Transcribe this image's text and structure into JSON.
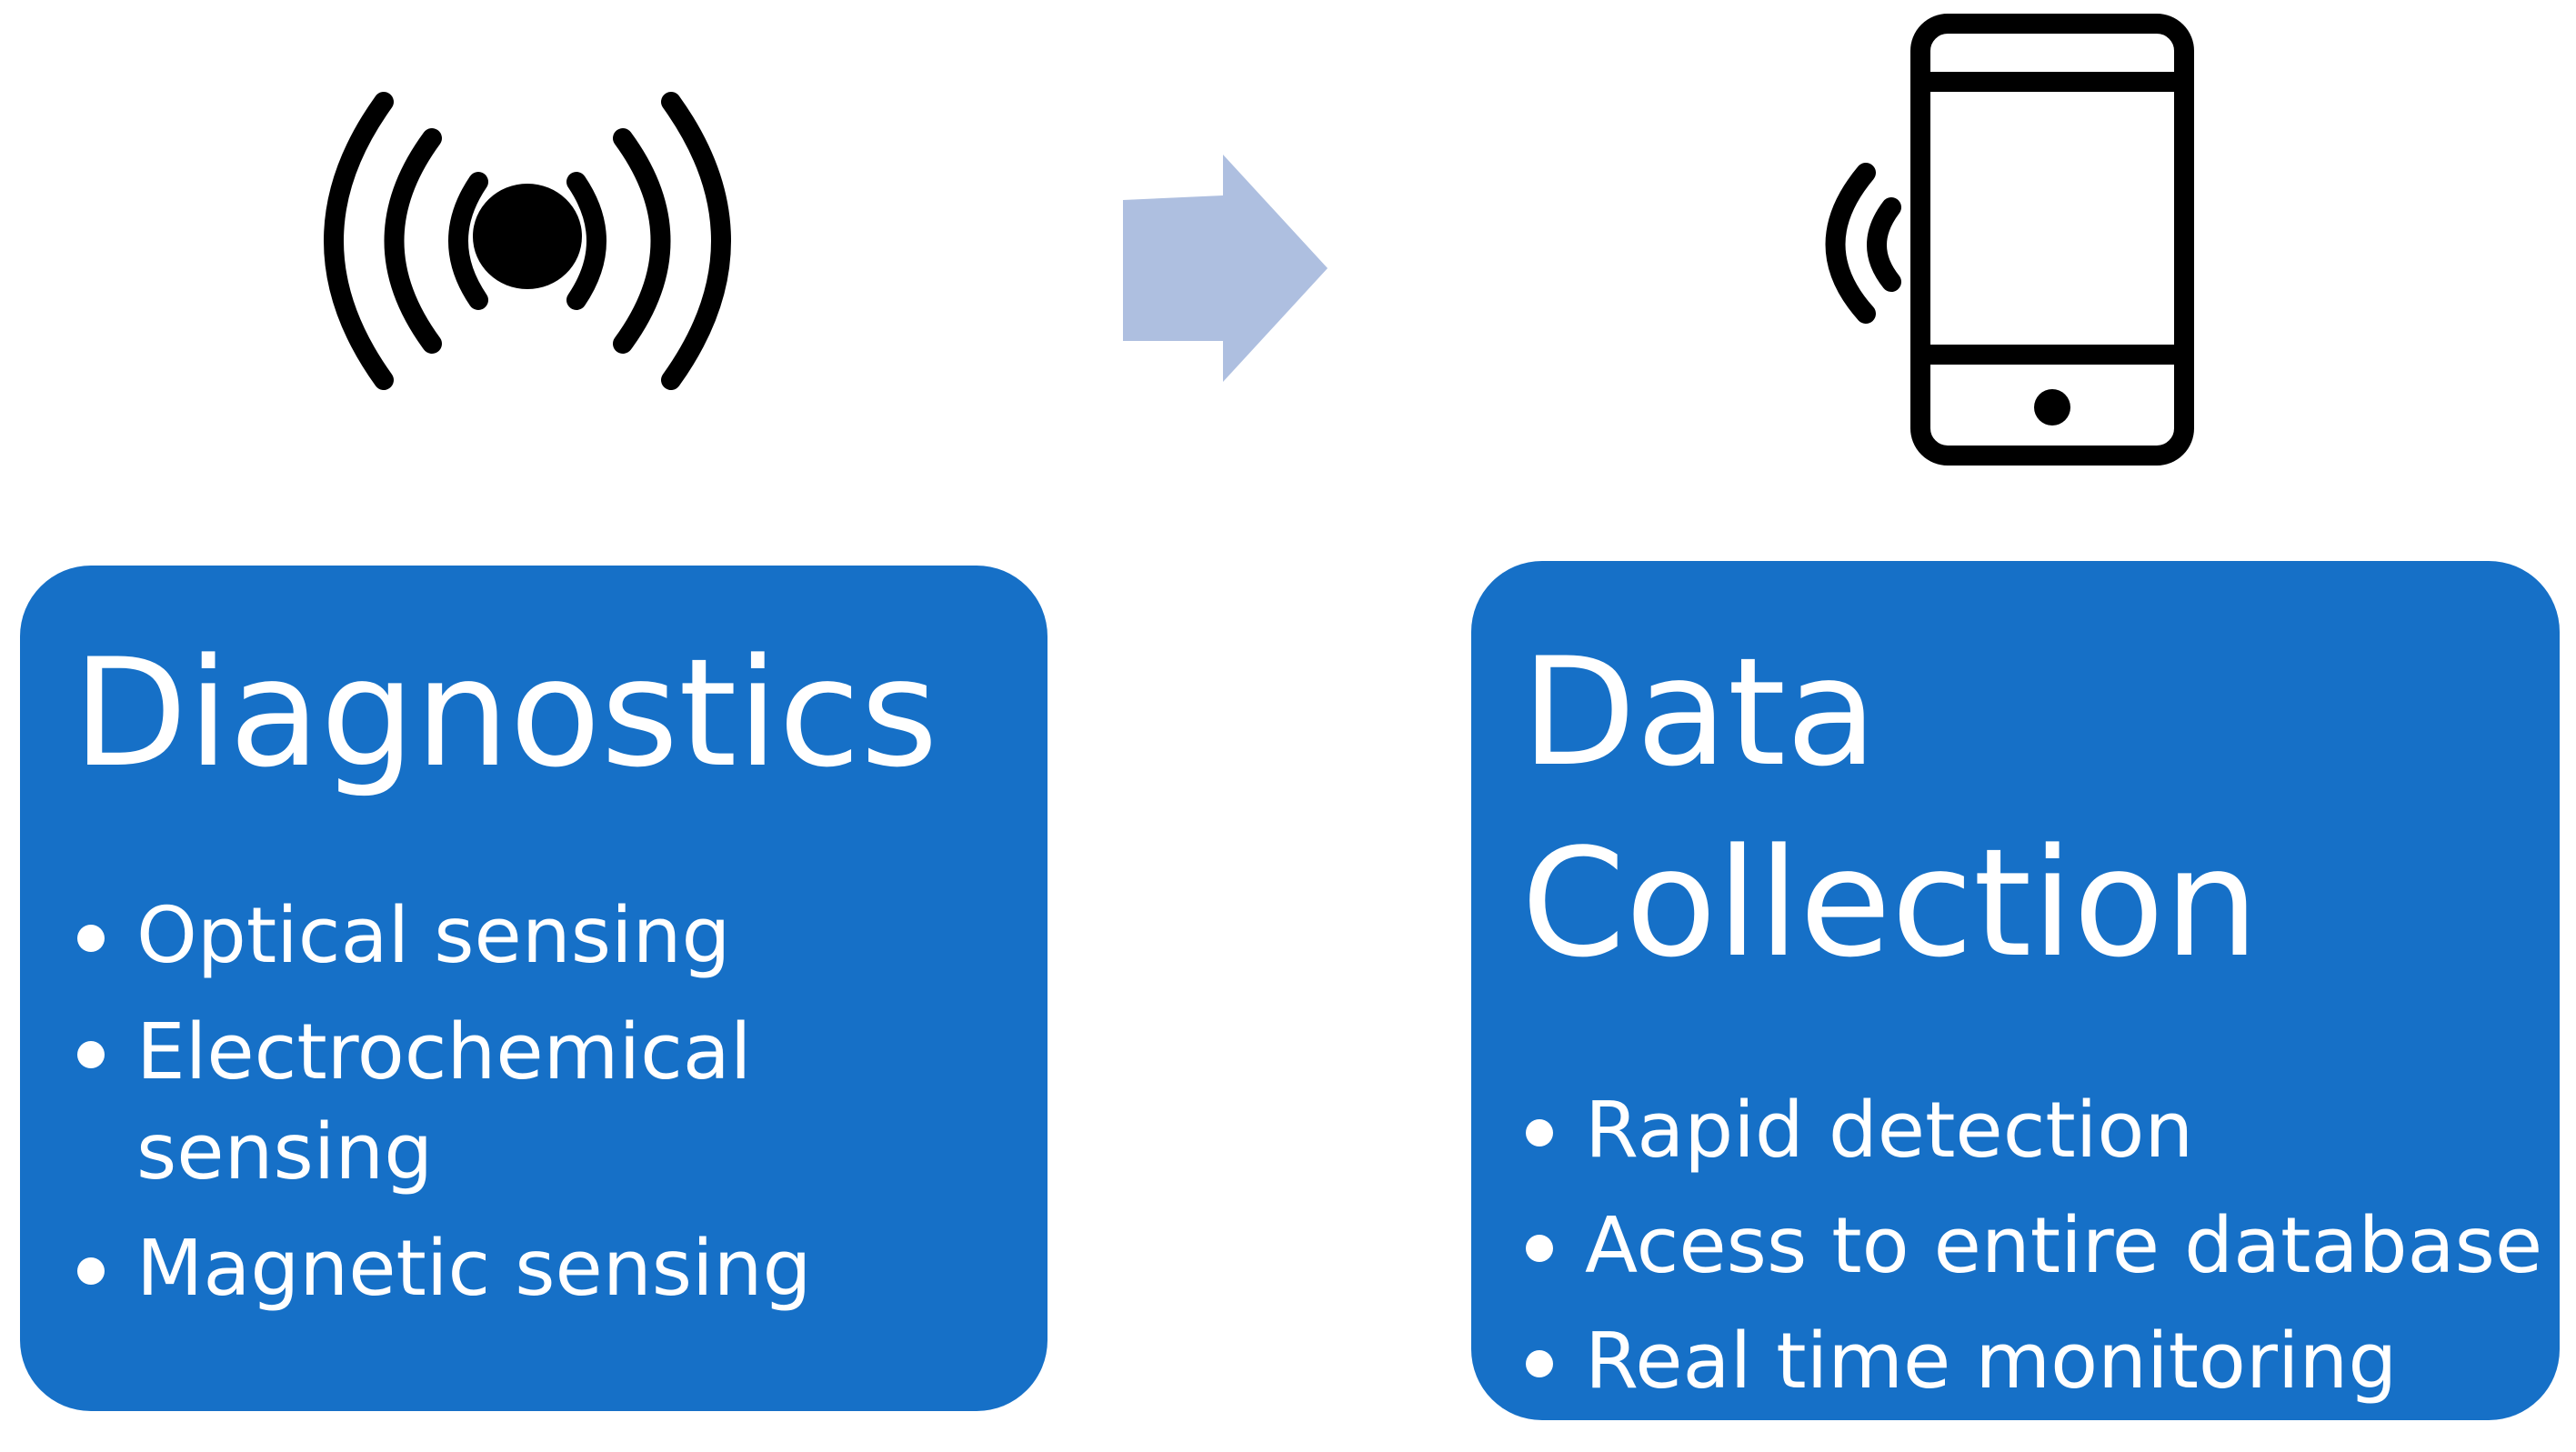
{
  "colors": {
    "box": "#1670c7",
    "box_text": "#ffffff",
    "arrow": "#aebfe0",
    "icon": "#000000"
  },
  "icons": {
    "sensor": "wireless-signal-icon",
    "arrow": "right-arrow-icon",
    "phone": "smartphone-signal-icon"
  },
  "diagnostics": {
    "title": "Diagnostics",
    "items": [
      {
        "label": "Optical sensing"
      },
      {
        "label": "Electrochemical sensing"
      },
      {
        "label": "Magnetic sensing"
      }
    ]
  },
  "data_collection": {
    "title_lines": [
      "Data",
      "Collection"
    ],
    "items": [
      {
        "label": "Rapid detection"
      },
      {
        "label": "Acess to entire database"
      },
      {
        "label": "Real time monitoring"
      }
    ]
  }
}
